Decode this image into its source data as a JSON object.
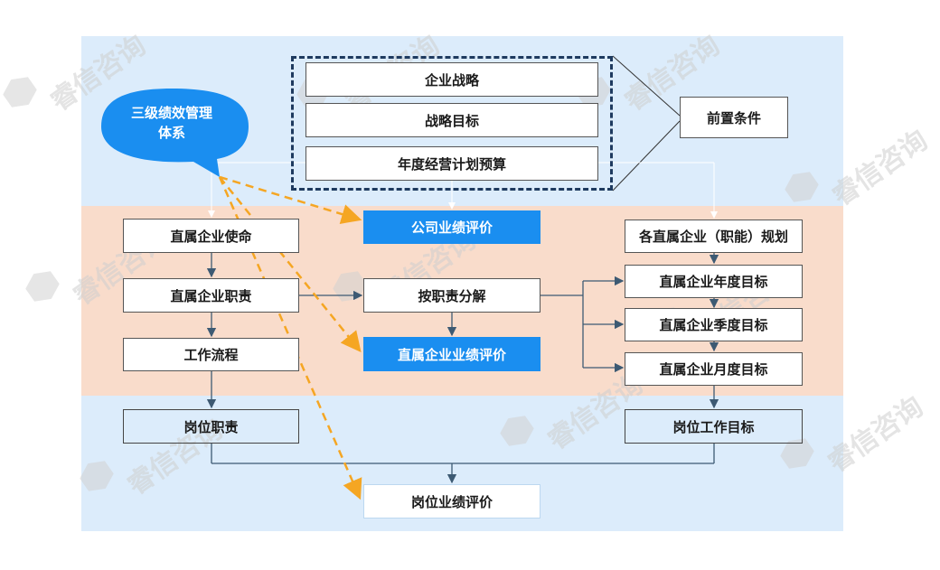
{
  "watermark": {
    "text": "睿信咨询"
  },
  "callout": {
    "line1": "三级绩效管理",
    "line2": "体系"
  },
  "top": {
    "items": [
      "企业战略",
      "战略目标",
      "年度经营计划预算"
    ],
    "precondition": "前置条件"
  },
  "left_column": [
    "直属企业使命",
    "直属企业职责",
    "工作流程"
  ],
  "center_column": {
    "company_eval": "公司业绩评价",
    "decompose": "按职责分解",
    "subsidiary_eval": "直属企业业绩评价"
  },
  "right_column": [
    "各直属企业（职能）规划",
    "直属企业年度目标",
    "直属企业季度目标",
    "直属企业月度目标"
  ],
  "bottom": {
    "position_duty": "岗位职责",
    "position_goal": "岗位工作目标",
    "position_eval": "岗位业绩评价"
  },
  "colors": {
    "band_blue": "#dcecfb",
    "band_peach": "#f9dccb",
    "highlight_blue": "#1a8ef0",
    "dashed_arrow": "#f5a623",
    "frame_navy": "#1e3a5f",
    "connector": "#3d5a73"
  }
}
